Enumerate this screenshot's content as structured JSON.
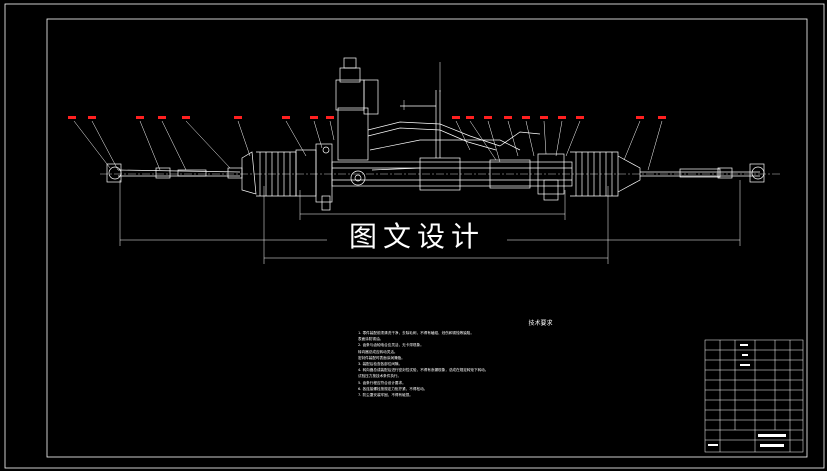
{
  "watermark": "图文设计",
  "technical_requirements": {
    "title": "技术要求",
    "items": [
      "1. 零件装配前须清洗干净，去除毛刺，不得有磕碰、划伤和锈蚀等缺陷。",
      "   表面涂防锈油。",
      "2. 齿条与齿轮啮合应灵活，无卡滞现象。",
      "   转向器总成应转动灵活。",
      "   密封件装配时表面涂润滑脂。",
      "3. 装配后检查各部位间隙。",
      "4. 转向器总成装配后进行密封性试验，不得有渗漏现象，总成在规定转矩下转动。",
      "   试验压力按技术条件执行。",
      "5. 齿条行程应符合设计要求。",
      "6. 各连接螺栓按规定力矩拧紧，不得松动。",
      "7. 防尘罩安装牢固，不得有破损。"
    ]
  },
  "colors": {
    "background": "#000000",
    "linework": "#ffffff",
    "callout": "#ff2020",
    "leader": "#ffffff"
  }
}
